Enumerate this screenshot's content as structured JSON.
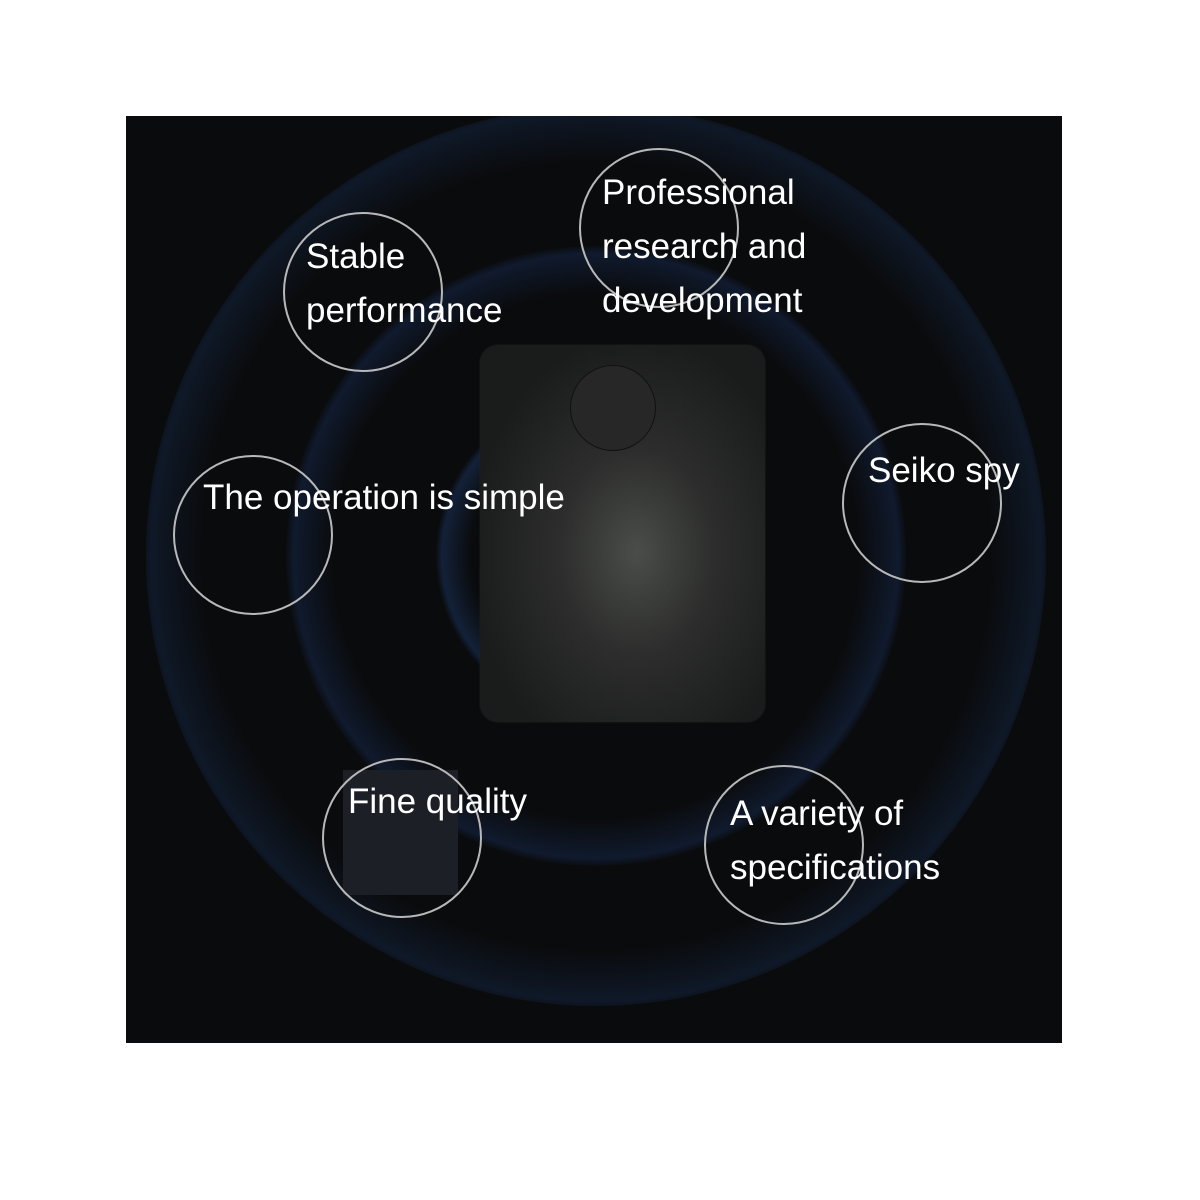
{
  "features": [
    {
      "id": "stable",
      "lines": [
        "Stable",
        "performance"
      ]
    },
    {
      "id": "professional",
      "lines": [
        "Professional",
        "research and",
        "development"
      ]
    },
    {
      "id": "operation",
      "lines": [
        "The operation is simple"
      ]
    },
    {
      "id": "seiko",
      "lines": [
        "Seiko spy"
      ]
    },
    {
      "id": "fine",
      "lines": [
        "Fine quality"
      ]
    },
    {
      "id": "variety",
      "lines": [
        "A variety of",
        "specifications"
      ]
    }
  ],
  "colors": {
    "background": "#0a0b0d",
    "ring": "#b8b8b8",
    "text": "#ffffff"
  }
}
